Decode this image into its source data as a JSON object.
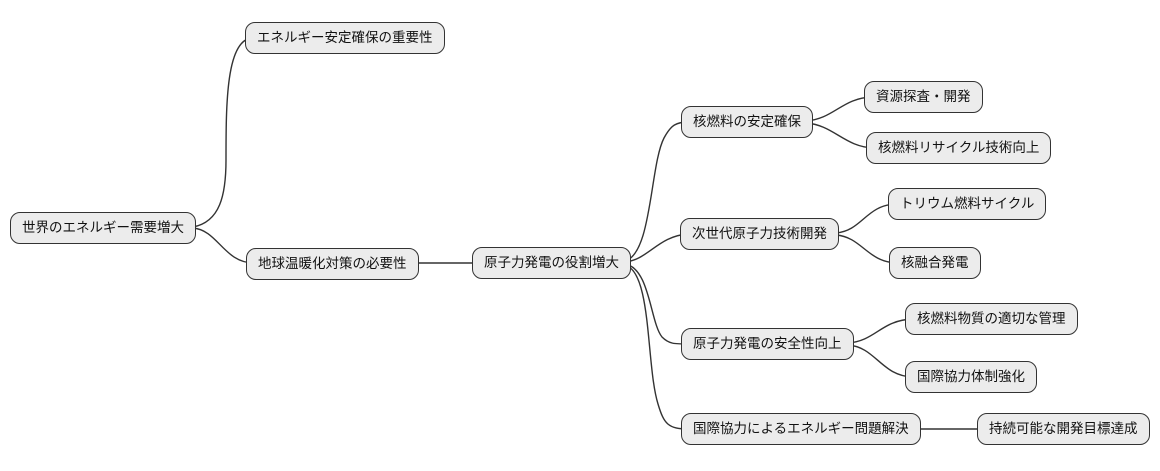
{
  "diagram": {
    "type": "mindmap",
    "direction": "left-to-right",
    "colors": {
      "background": "#ffffff",
      "node_fill": "#ececec",
      "node_border": "#333333",
      "edge": "#333333",
      "text": "#111111"
    },
    "nodes": {
      "root": {
        "label": "世界のエネルギー需要増大"
      },
      "energy_security": {
        "label": "エネルギー安定確保の重要性"
      },
      "global_warming": {
        "label": "地球温暖化対策の必要性"
      },
      "nuclear_role": {
        "label": "原子力発電の役割増大"
      },
      "fuel_supply": {
        "label": "核燃料の安定確保"
      },
      "resource_dev": {
        "label": "資源探査・開発"
      },
      "fuel_recycle": {
        "label": "核燃料リサイクル技術向上"
      },
      "next_gen": {
        "label": "次世代原子力技術開発"
      },
      "thorium": {
        "label": "トリウム燃料サイクル"
      },
      "fusion": {
        "label": "核融合発電"
      },
      "safety": {
        "label": "原子力発電の安全性向上"
      },
      "material_mgmt": {
        "label": "核燃料物質の適切な管理"
      },
      "intl_framework": {
        "label": "国際協力体制強化"
      },
      "intl_solution": {
        "label": "国際協力によるエネルギー問題解決"
      },
      "sdg": {
        "label": "持続可能な開発目標達成"
      }
    },
    "edges": [
      {
        "from": "root",
        "to": "energy_security"
      },
      {
        "from": "root",
        "to": "global_warming"
      },
      {
        "from": "global_warming",
        "to": "nuclear_role"
      },
      {
        "from": "nuclear_role",
        "to": "fuel_supply"
      },
      {
        "from": "nuclear_role",
        "to": "next_gen"
      },
      {
        "from": "nuclear_role",
        "to": "safety"
      },
      {
        "from": "nuclear_role",
        "to": "intl_solution"
      },
      {
        "from": "fuel_supply",
        "to": "resource_dev"
      },
      {
        "from": "fuel_supply",
        "to": "fuel_recycle"
      },
      {
        "from": "next_gen",
        "to": "thorium"
      },
      {
        "from": "next_gen",
        "to": "fusion"
      },
      {
        "from": "safety",
        "to": "material_mgmt"
      },
      {
        "from": "safety",
        "to": "intl_framework"
      },
      {
        "from": "intl_solution",
        "to": "sdg"
      }
    ]
  }
}
